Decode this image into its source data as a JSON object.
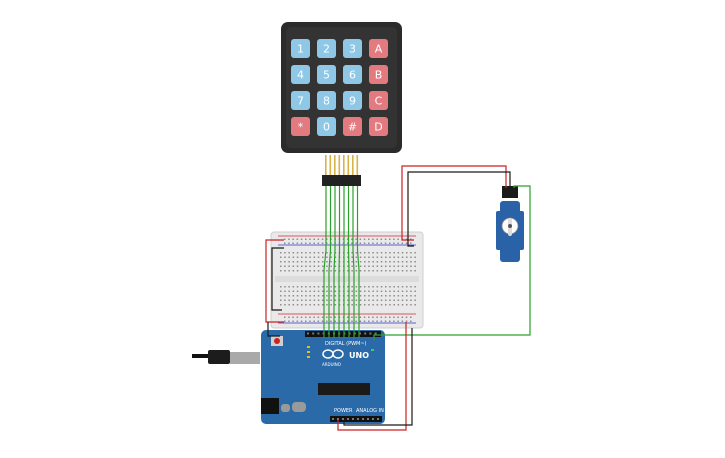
{
  "keypad": {
    "keys": [
      [
        "1",
        "2",
        "3",
        "A"
      ],
      [
        "4",
        "5",
        "6",
        "B"
      ],
      [
        "7",
        "8",
        "9",
        "C"
      ],
      [
        "*",
        "0",
        "#",
        "D"
      ]
    ],
    "colors": {
      "body": "#2b2b2b",
      "digit": "#8fc7e6",
      "letter": "#e27a80"
    }
  },
  "arduino": {
    "brand": "ARDUINO",
    "model": "UNO",
    "label_digital": "DIGITAL (PWM~)",
    "label_power": "POWER",
    "label_analog": "ANALOG IN",
    "colors": {
      "board": "#2b6aa8"
    }
  },
  "wires": {
    "colors": {
      "signal": "#2ca02c",
      "power": "#cc2222",
      "ground": "#1a1a1a"
    }
  }
}
